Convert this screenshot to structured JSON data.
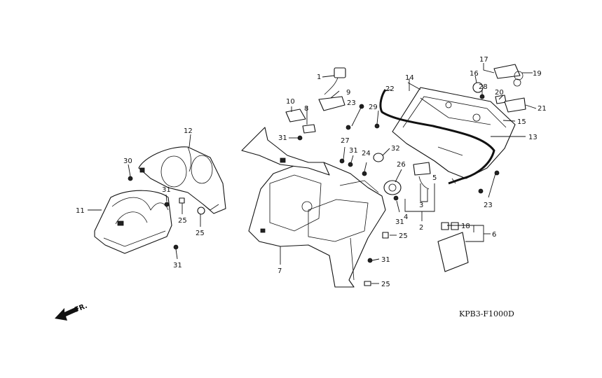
{
  "callouts": {
    "c1": "1",
    "c2": "2",
    "c3": "3",
    "c4": "4",
    "c5": "5",
    "c6": "6",
    "c7": "7",
    "c8": "8",
    "c9": "9",
    "c10": "10",
    "c11": "11",
    "c12": "12",
    "c13": "13",
    "c14": "14",
    "c15": "15",
    "c16": "16",
    "c17": "17",
    "c18": "18",
    "c19": "19",
    "c20": "20",
    "c21": "21",
    "c22": "22",
    "c23a": "23",
    "c23b": "23",
    "c24": "24",
    "c25a": "25",
    "c25b": "25",
    "c25c": "25",
    "c25d": "25",
    "c26": "26",
    "c27": "27",
    "c28": "28",
    "c29": "29",
    "c30": "30",
    "c31a": "31",
    "c31b": "31",
    "c31c": "31",
    "c31d": "31",
    "c31e": "31",
    "c31f": "31",
    "c32": "32"
  },
  "front_label": "FR.",
  "diagram_code": "KPB3-F1000D"
}
